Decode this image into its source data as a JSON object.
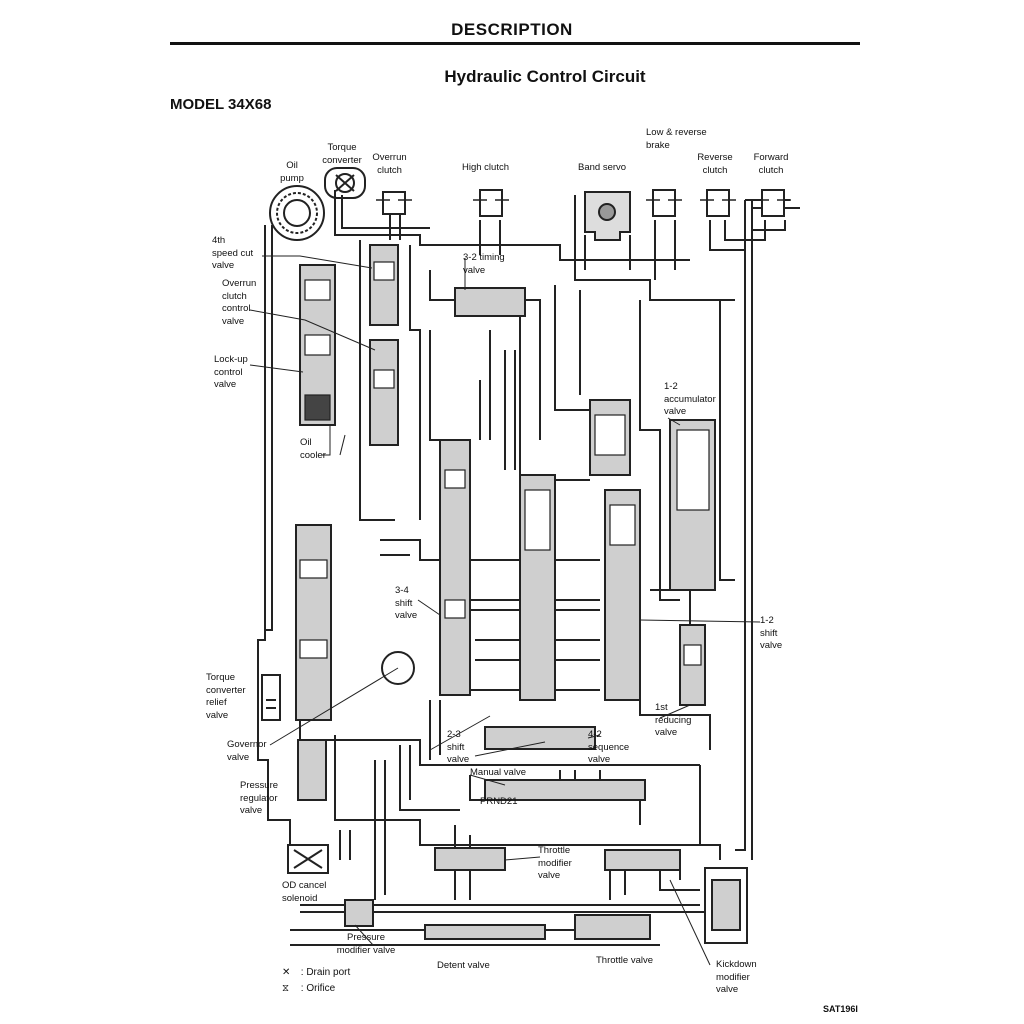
{
  "header": {
    "section": "DESCRIPTION",
    "title": "Hydraulic Control Circuit",
    "model": "MODEL 34X68"
  },
  "labels": {
    "oil_pump": "Oil\npump",
    "torque_converter": "Torque\nconverter",
    "overrun_clutch": "Overrun\nclutch",
    "high_clutch": "High clutch",
    "band_servo": "Band servo",
    "low_reverse_brake": "Low & reverse\nbrake",
    "reverse_clutch": "Reverse\nclutch",
    "forward_clutch": "Forward\nclutch",
    "fourth_speed_cut_valve": "4th\nspeed cut\nvalve",
    "overrun_clutch_control_valve": "Overrun\nclutch\ncontrol\nvalve",
    "lockup_control_valve": "Lock-up\ncontrol\nvalve",
    "oil_cooler": "Oil\ncooler",
    "timing_32_valve": "3-2 timing\nvalve",
    "accumulator_12_valve": "1-2\naccumulator\nvalve",
    "shift_34_valve": "3-4\nshift\nvalve",
    "shift_12_valve": "1-2\nshift\nvalve",
    "torque_converter_relief_valve": "Torque\nconverter\nrelief\nvalve",
    "governor_valve": "Governor\nvalve",
    "first_reducing_valve": "1st\nreducing\nvalve",
    "shift_23_valve": "2-3\nshift\nvalve",
    "sequence_42_valve": "4-2\nsequence\nvalve",
    "manual_valve": "Manual valve",
    "prnd21": "PRND21",
    "pressure_regulator_valve": "Pressure\nregulator\nvalve",
    "throttle_modifier_valve": "Throttle\nmodifier\nvalve",
    "od_cancel_solenoid": "OD cancel\nsolenoid",
    "pressure_modifier_valve": "Pressure\nmodifier valve",
    "detent_valve": "Detent valve",
    "throttle_valve": "Throttle valve",
    "kickdown_modifier_valve": "Kickdown\nmodifier\nvalve"
  },
  "legend": {
    "drain_symbol": "✕",
    "drain_text": ": Drain port",
    "orifice_symbol": "⧖",
    "orifice_text": ": Orifice"
  },
  "figure_id": "SAT196I"
}
